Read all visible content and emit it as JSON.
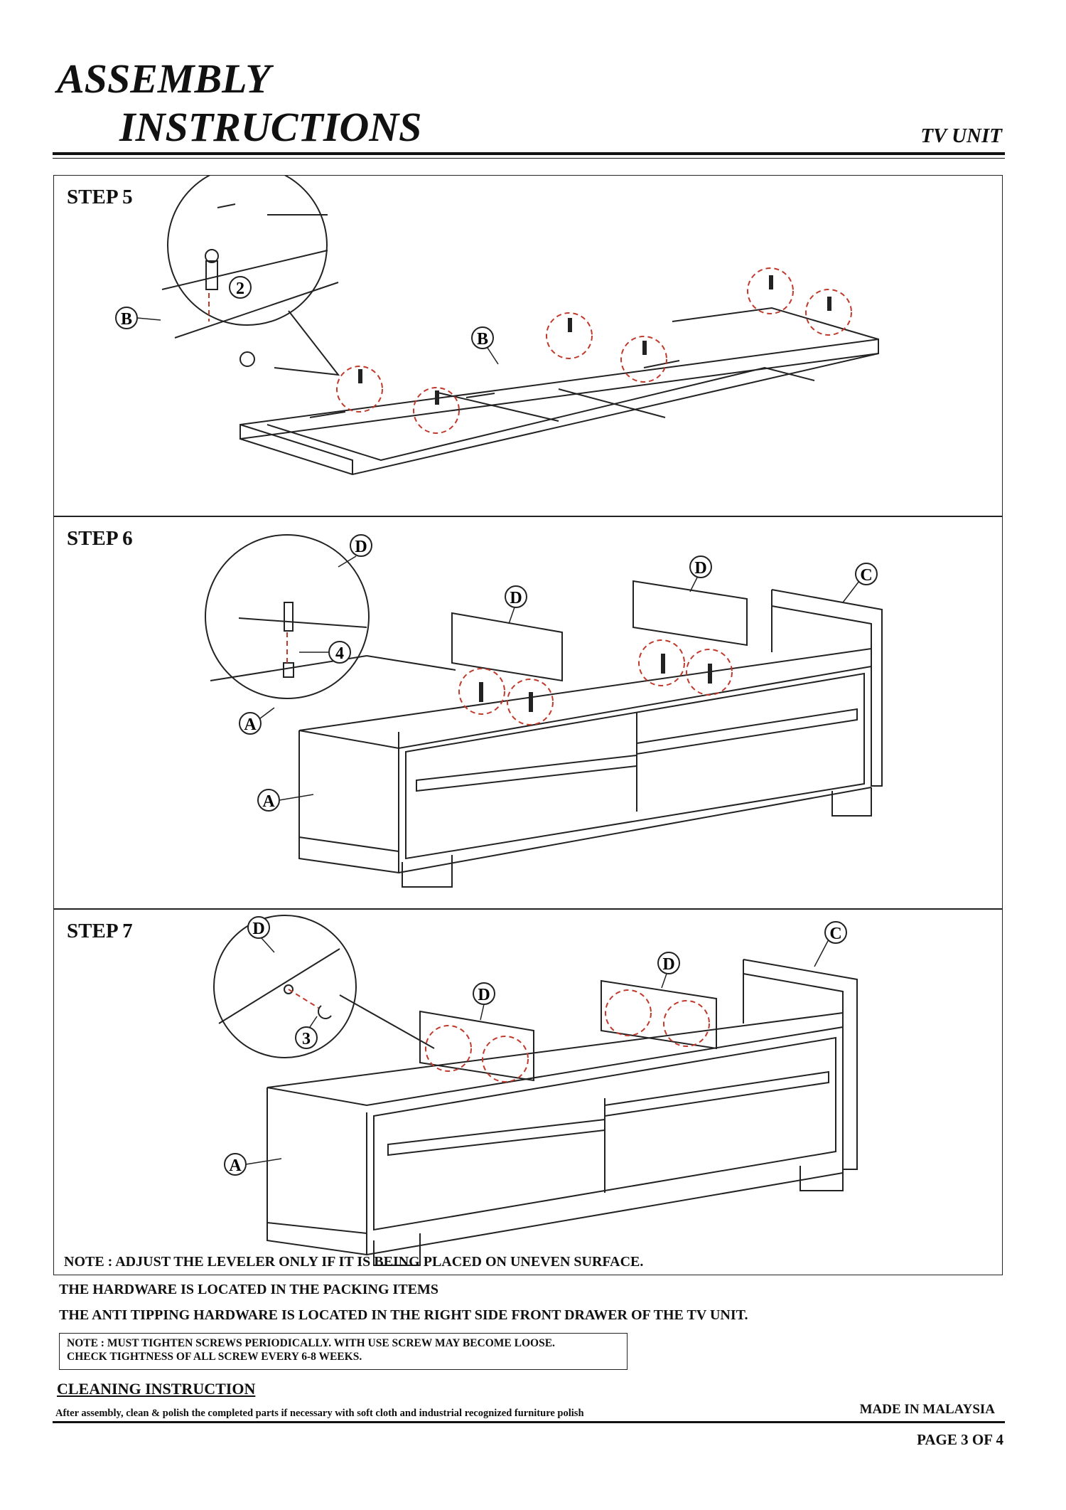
{
  "header": {
    "title_line1": "ASSEMBLY",
    "title_line2": "INSTRUCTIONS",
    "product": "TV UNIT"
  },
  "steps": [
    {
      "label": "STEP 5",
      "callouts": [
        "B",
        "B",
        "2"
      ]
    },
    {
      "label": "STEP 6",
      "callouts": [
        "D",
        "D",
        "D",
        "C",
        "4",
        "A",
        "A"
      ]
    },
    {
      "label": "STEP 7",
      "callouts": [
        "D",
        "D",
        "D",
        "C",
        "3",
        "A"
      ]
    }
  ],
  "notes": {
    "leveler": "NOTE : ADJUST THE LEVELER ONLY IF IT IS BEING PLACED ON UNEVEN SURFACE.",
    "hardware": "THE HARDWARE IS LOCATED IN THE PACKING ITEMS",
    "anti_tipping": "THE ANTI TIPPING HARDWARE IS LOCATED IN THE RIGHT SIDE FRONT DRAWER OF THE TV UNIT.",
    "box_line1": "NOTE : MUST TIGHTEN SCREWS PERIODICALLY. WITH USE SCREW MAY BECOME LOOSE.",
    "box_line2": "CHECK TIGHTNESS OF ALL SCREW EVERY 6-8 WEEKS."
  },
  "cleaning": {
    "title": "CLEANING INSTRUCTION",
    "text": "After assembly, clean & polish the completed parts if necessary with soft cloth and industrial recognized furniture polish"
  },
  "footer": {
    "origin": "MADE IN MALAYSIA",
    "page": "PAGE 3 OF 4"
  },
  "colors": {
    "line": "#222222",
    "highlight": "#c0392b"
  }
}
